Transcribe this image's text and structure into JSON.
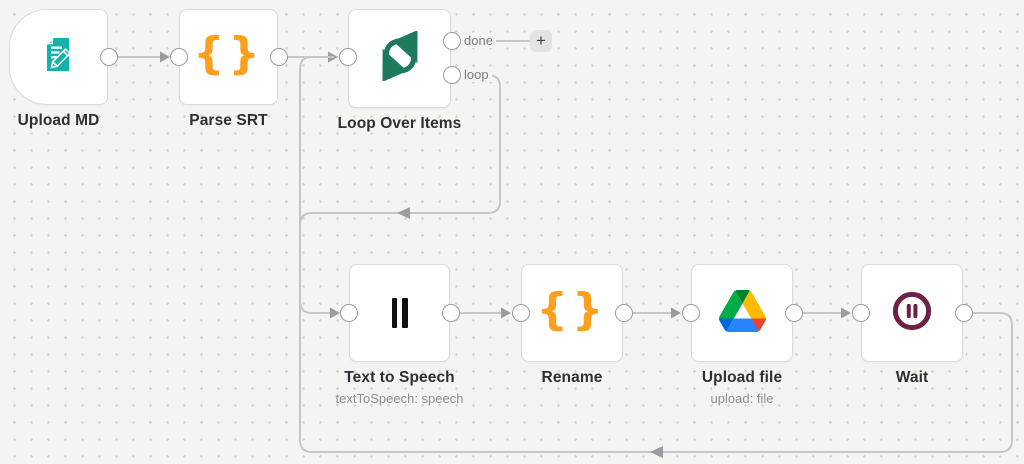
{
  "canvas": {
    "background": "#f4f4f2",
    "dot_color": "#d2d2ce",
    "wire_color": "#c6c6c6",
    "arrow_color": "#9a9c9f"
  },
  "nodes": [
    {
      "id": "upload-md",
      "label": "Upload MD",
      "icon": "document-edit-icon",
      "icon_color": "#12b3ac",
      "shape": "trigger"
    },
    {
      "id": "parse-srt",
      "label": "Parse SRT",
      "icon": "code-braces-icon",
      "icon_glyph": "{}",
      "icon_color": "#faa01e"
    },
    {
      "id": "loop-over-items",
      "label": "Loop Over Items",
      "icon": "loop-refresh-icon",
      "icon_color": "#1c7a5e",
      "outputs": [
        "done",
        "loop"
      ]
    },
    {
      "id": "text-to-speech",
      "label": "Text to Speech",
      "subtitle": "textToSpeech: speech",
      "icon": "elevenlabs-icon",
      "icon_color": "#111111"
    },
    {
      "id": "rename",
      "label": "Rename",
      "icon": "code-braces-icon",
      "icon_glyph": "{}",
      "icon_color": "#faa01e"
    },
    {
      "id": "upload-file",
      "label": "Upload file",
      "subtitle": "upload: file",
      "icon": "google-drive-icon"
    },
    {
      "id": "wait",
      "label": "Wait",
      "icon": "pause-circle-icon",
      "icon_color": "#6e2145"
    }
  ],
  "add_button": {
    "label": "+"
  },
  "connections": [
    "upload-md to parse-srt",
    "parse-srt to loop-over-items",
    "loop-over-items done to add-button",
    "loop-over-items loop to text-to-speech",
    "text-to-speech to rename",
    "rename to upload-file",
    "upload-file to wait",
    "wait to loop-over-items (feedback)"
  ]
}
